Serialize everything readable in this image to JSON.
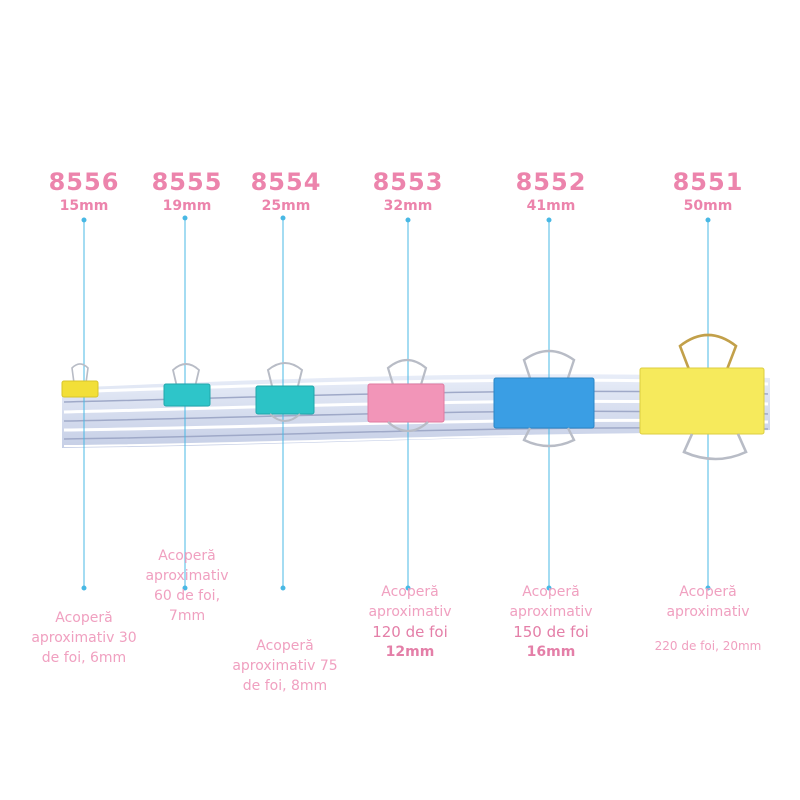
{
  "accent_color": "#ec84ac",
  "line_color": "#48b8e4",
  "clips": [
    {
      "code": "8556",
      "width_label": "15mm",
      "color": "#f2df38",
      "description": [
        "Acoperă",
        "aproximativ 30",
        "de foi, 6mm"
      ]
    },
    {
      "code": "8555",
      "width_label": "19mm",
      "color": "#2ec5c9",
      "description": [
        "Acoperă",
        "aproximativ",
        "60 de foi,",
        "7mm"
      ]
    },
    {
      "code": "8554",
      "width_label": "25mm",
      "color": "#2cc3c6",
      "description": [
        "Acoperă",
        "aproximativ 75",
        "de foi, 8mm"
      ]
    },
    {
      "code": "8553",
      "width_label": "32mm",
      "color": "#f295b8",
      "description": [
        "Acoperă",
        "aproximativ",
        "120 de foi",
        "12mm"
      ]
    },
    {
      "code": "8552",
      "width_label": "41mm",
      "color": "#3a9ee4",
      "description": [
        "Acoperă",
        "aproximativ",
        "150 de foi",
        "16mm"
      ]
    },
    {
      "code": "8551",
      "width_label": "50mm",
      "color": "#f6ea5c",
      "description": [
        "Acoperă",
        "aproximativ",
        "220 de foi, 20mm"
      ]
    }
  ]
}
